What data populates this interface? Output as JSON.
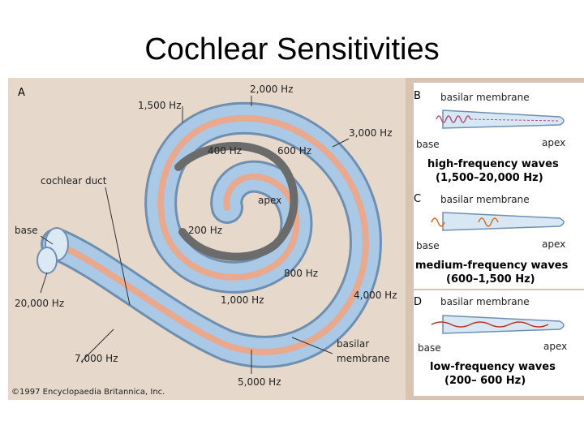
{
  "title": "Cochlear Sensitivities",
  "panel_a": {
    "letter": "A",
    "labels": {
      "hz2000": "2,000 Hz",
      "hz1500": "1,500 Hz",
      "hz3000": "3,000 Hz",
      "hz400": "400 Hz",
      "hz600": "600 Hz",
      "cochlear_duct": "cochlear duct",
      "apex": "apex",
      "base": "base",
      "hz200": "200 Hz",
      "hz800": "800 Hz",
      "hz20000": "20,000 Hz",
      "hz1000": "1,000 Hz",
      "hz4000": "4,000 Hz",
      "hz7000": "7,000 Hz",
      "basilar_membrane_1": "basilar",
      "basilar_membrane_2": "membrane",
      "hz5000": "5,000 Hz"
    },
    "copyright": "©1997 Encyclopaedia Britannica, Inc."
  },
  "panels": [
    {
      "letter": "B",
      "membrane": "basilar membrane",
      "base": "base",
      "apex": "apex",
      "caption1": "high-frequency waves",
      "caption2": "(1,500–20,000 Hz)"
    },
    {
      "letter": "C",
      "membrane": "basilar membrane",
      "base": "base",
      "apex": "apex",
      "caption1": "medium-frequency waves",
      "caption2": "(600–1,500 Hz)"
    },
    {
      "letter": "D",
      "membrane": "basilar membrane",
      "base": "base",
      "apex": "apex",
      "caption1": "low-frequency waves",
      "caption2": "(200– 600 Hz)"
    }
  ],
  "colors": {
    "tube": "#a9c9e6",
    "tube_edge": "#6f8fb0",
    "duct": "#e9a98f",
    "inner": "#6b6b6b",
    "wave_b": "#b0507a",
    "wave_c": "#d96b1e",
    "wave_d": "#b8341f"
  }
}
